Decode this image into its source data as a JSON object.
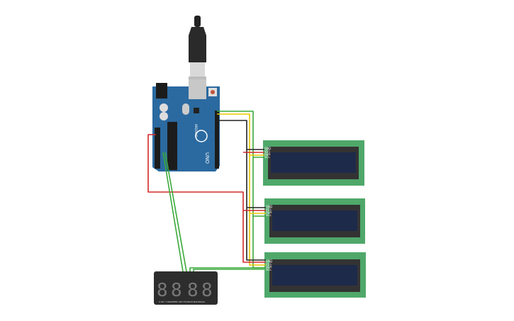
{
  "board": {
    "name": "UNO",
    "brand": "ARDUINO",
    "color": "#2b6aa0"
  },
  "lcds": [
    {
      "pins": [
        "GND",
        "VCC",
        "SDA",
        "SCL"
      ]
    },
    {
      "pins": [
        "GND",
        "VCC",
        "SDA",
        "SCL"
      ]
    },
    {
      "pins": [
        "GND",
        "VCC",
        "SDA",
        "SCL"
      ]
    }
  ],
  "seven_segment": {
    "digits": [
      "8",
      "8",
      "8",
      "8"
    ],
    "label": "0.56\" 7-SEGMENT LED HT16K33 BACKPACK"
  },
  "colors": {
    "pcb_green": "#4fa86a",
    "lcd_screen": "#1e2a4a",
    "wire_red": "#d42a2a",
    "wire_black": "#222222",
    "wire_yellow": "#e8c800",
    "wire_green": "#3aaa3a"
  }
}
